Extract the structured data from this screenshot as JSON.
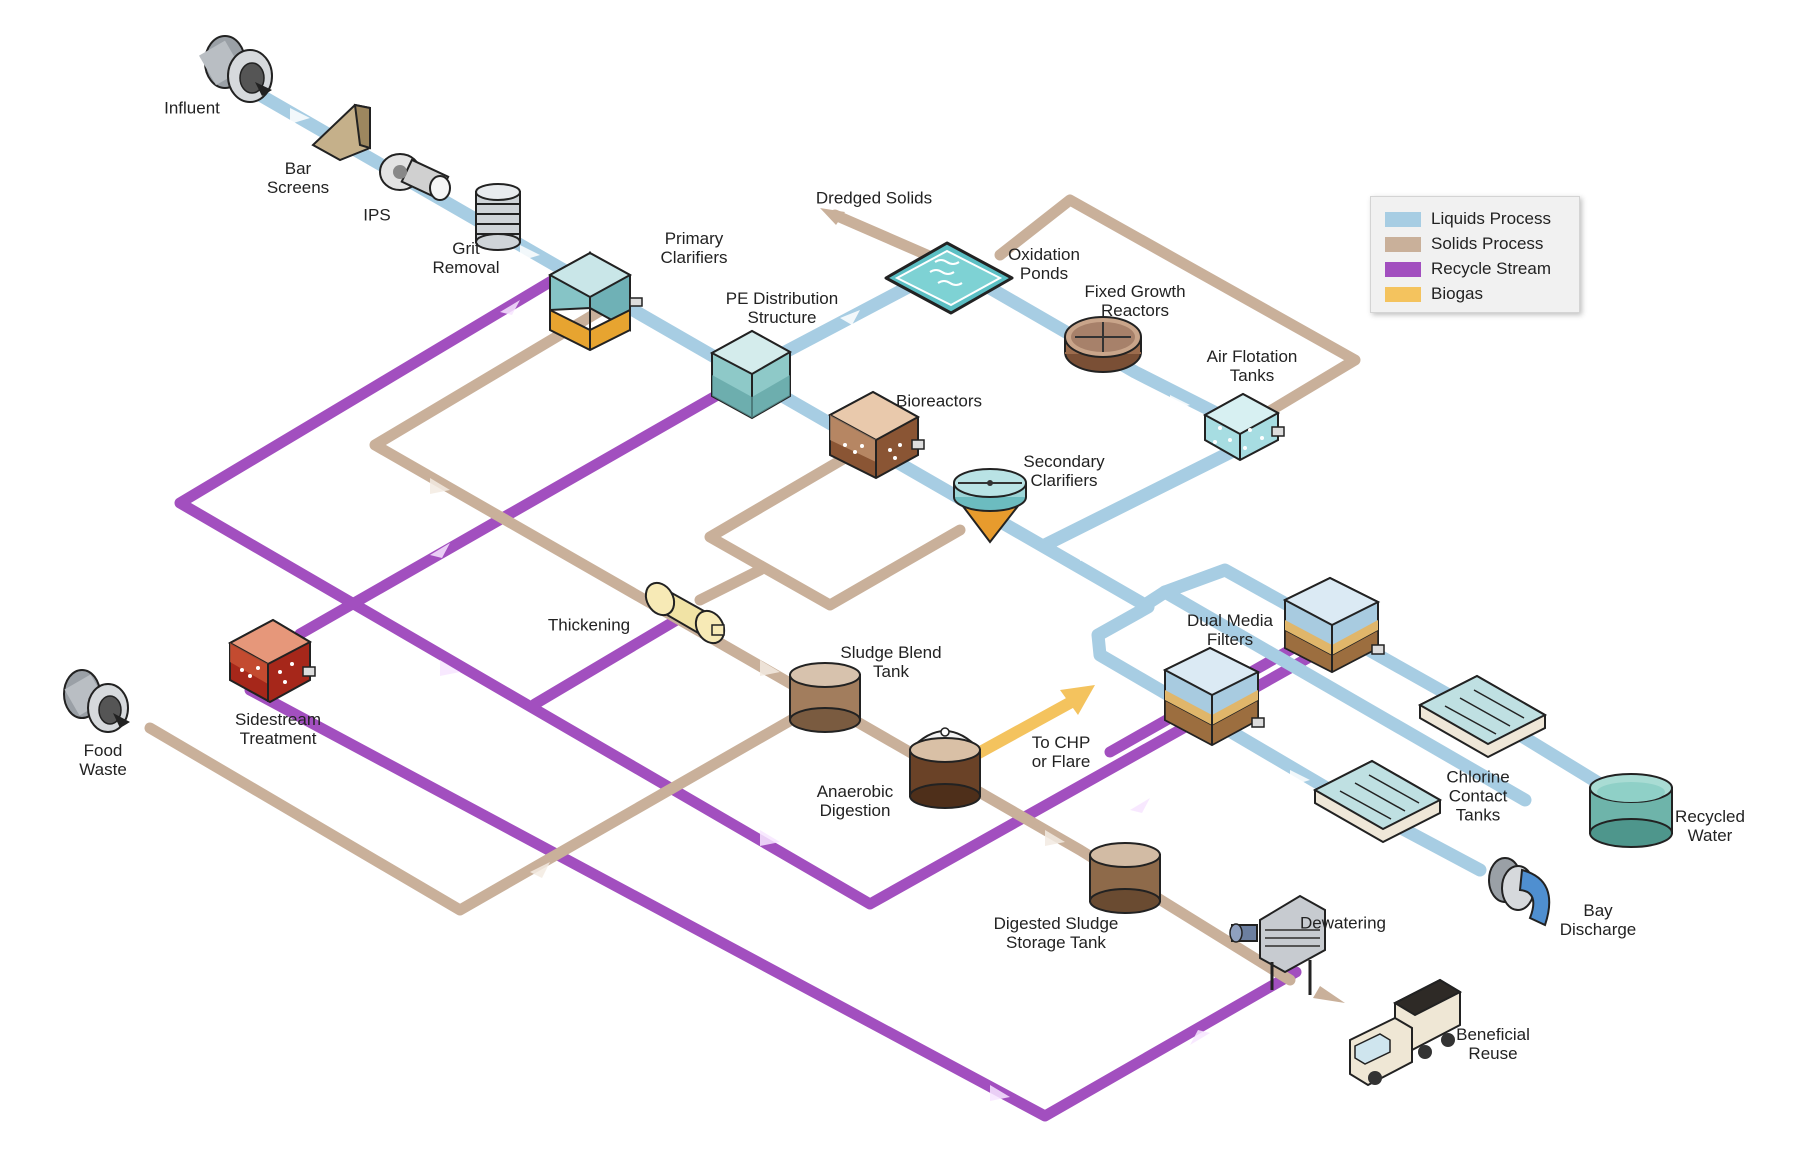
{
  "legend": {
    "items": [
      {
        "label": "Liquids Process",
        "color": "#a7cde3"
      },
      {
        "label": "Solids Process",
        "color": "#c9b09a"
      },
      {
        "label": "Recycle Stream",
        "color": "#a24fbf"
      },
      {
        "label": "Biogas",
        "color": "#f4c35e"
      }
    ]
  },
  "labels": {
    "influent": "Influent",
    "bar_screens": "Bar\nScreens",
    "ips": "IPS",
    "grit_removal": "Grit\nRemoval",
    "primary_clarifiers": "Primary\nClarifiers",
    "pe_distribution": "PE Distribution\nStructure",
    "dredged_solids": "Dredged Solids",
    "oxidation_ponds": "Oxidation\nPonds",
    "fixed_growth": "Fixed Growth\nReactors",
    "air_flotation": "Air Flotation\nTanks",
    "bioreactors": "Bioreactors",
    "secondary_clarifiers": "Secondary\nClarifiers",
    "thickening": "Thickening",
    "sludge_blend": "Sludge Blend\nTank",
    "sidestream": "Sidestream\nTreatment",
    "food_waste": "Food\nWaste",
    "anaerobic": "Anaerobic\nDigestion",
    "to_chp": "To CHP\nor Flare",
    "dual_media": "Dual Media\nFilters",
    "chlorine": "Chlorine\nContact\nTanks",
    "recycled_water": "Recycled\nWater",
    "bay_discharge": "Bay\nDischarge",
    "digested_storage": "Digested Sludge\nStorage Tank",
    "dewatering": "Dewatering",
    "beneficial_reuse": "Beneficial\nReuse"
  },
  "colors": {
    "liquids": "#a7cde3",
    "solids": "#c9b09a",
    "recycle": "#a24fbf",
    "biogas": "#f4c35e"
  }
}
